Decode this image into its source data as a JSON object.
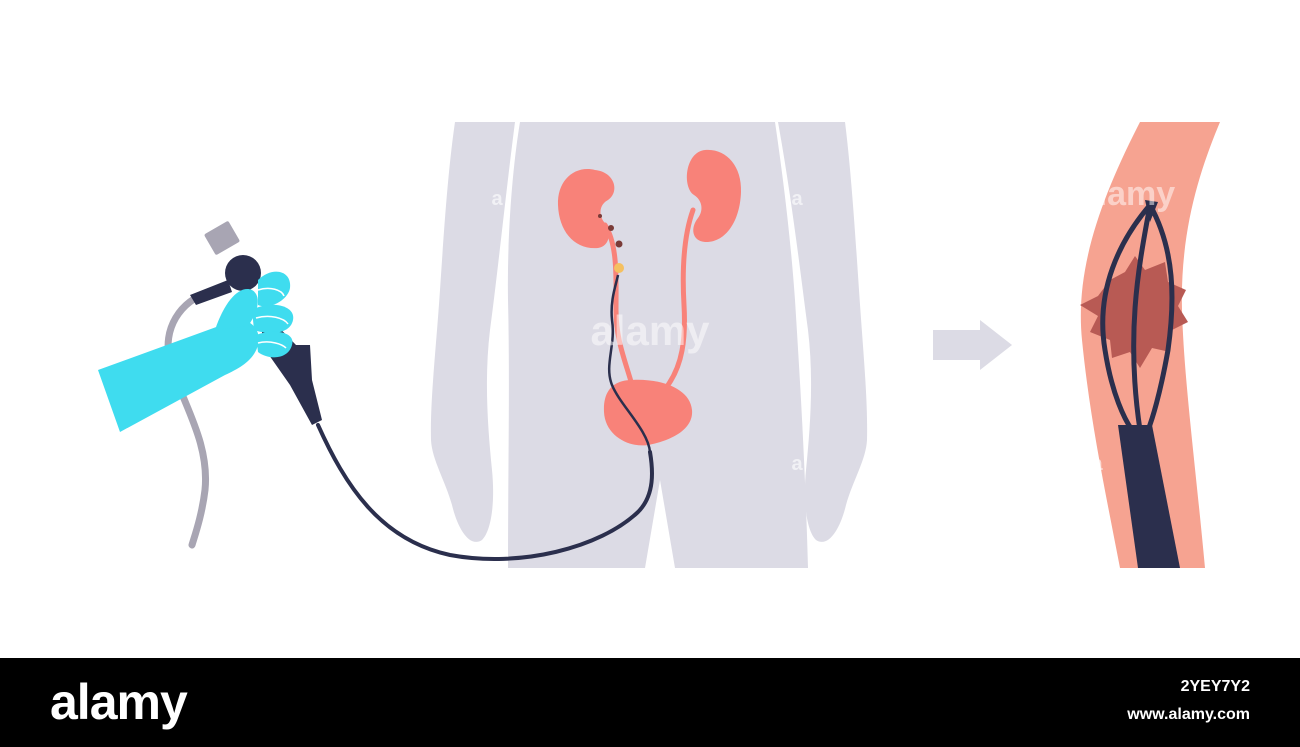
{
  "watermark": {
    "text": "alamy",
    "short": "a"
  },
  "footer": {
    "logo": "alamy",
    "image_id": "2YEY7Y2",
    "url": "www.alamy.com"
  },
  "colors": {
    "silhouette": "#dcdbe5",
    "organ": "#f88279",
    "glove": "#3fdcef",
    "scope": "#2b2f4d",
    "cable": "#a8a5b3",
    "tissue": "#f6a391",
    "stone": "#b85a54",
    "arrow": "#dcdbe5"
  }
}
